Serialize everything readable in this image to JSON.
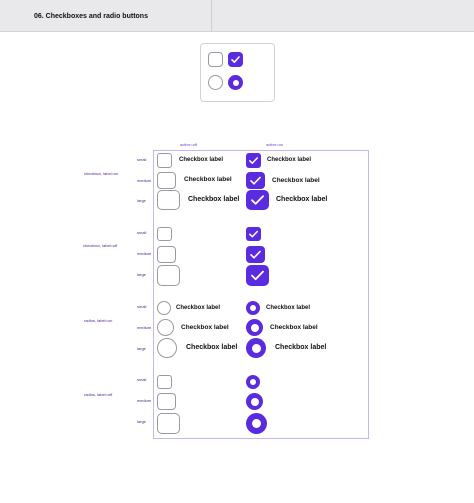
{
  "header": {
    "title": "06. Checkboxes and radio buttons"
  },
  "columns": {
    "off": "active=off",
    "on": "active=on"
  },
  "groups": [
    {
      "label": "checkbox, label=on"
    },
    {
      "label": "checkbox, label=off"
    },
    {
      "label": "radios, label=on"
    },
    {
      "label": "radios, label=off"
    }
  ],
  "sizes": {
    "small": "small",
    "medium": "medium",
    "large": "large"
  },
  "item_label": "Checkbox label",
  "colors": {
    "accent": "#5b2be0",
    "border": "#9a9aa2",
    "frame": "#c9b6f0"
  }
}
